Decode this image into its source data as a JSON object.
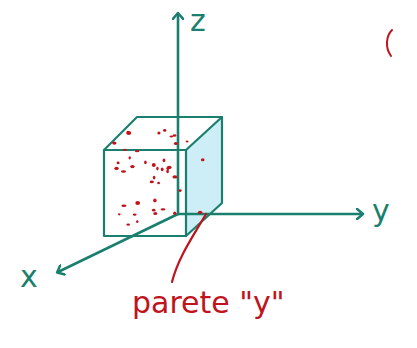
{
  "diagram": {
    "labels": [
      "z",
      "y",
      "x",
      "parete \"y\""
    ]
  }
}
